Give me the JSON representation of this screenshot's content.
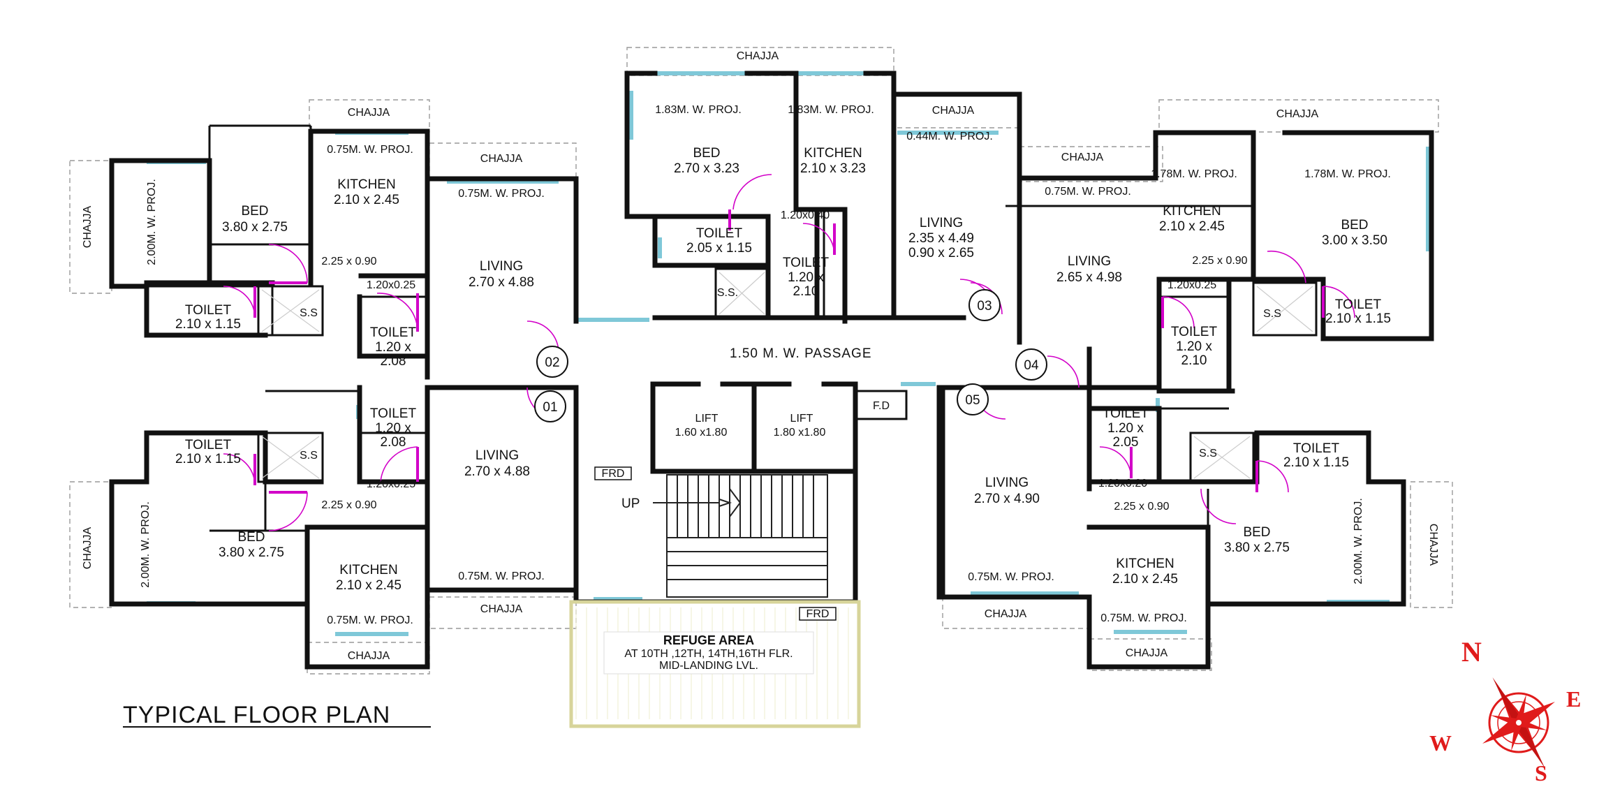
{
  "title": "TYPICAL FLOOR PLAN",
  "passage": "1.50 M. W. PASSAGE",
  "refuge": {
    "heading": "REFUGE AREA",
    "line1": "AT 10TH ,12TH, 14TH,16TH FLR.",
    "line2": "MID-LANDING LVL."
  },
  "stair_up": "UP",
  "frd": "FRD",
  "fd": "F.D",
  "ss": "S.S",
  "ss_dot": "S.S.",
  "chajja": "CHAJJA",
  "proj": {
    "p075": "0.75M. W. PROJ.",
    "p200": "2.00M. W. PROJ.",
    "p183": "1.83M. W. PROJ.",
    "p044": "0.44M. W. PROJ.",
    "p178": "1.78M. W. PROJ."
  },
  "rooms": {
    "bed": "BED",
    "kitchen": "KITCHEN",
    "living": "LIVING",
    "toilet": "TOILET",
    "lift": "LIFT"
  },
  "dims": {
    "d380x275": "3.80 x 2.75",
    "d210x245": "2.10 x 2.45",
    "d270x488": "2.70 x 4.88",
    "d225x090": "2.25 x 0.90",
    "d210x115": "2.10 x 1.15",
    "d120x025": "1.20x0.25",
    "d120x": "1.20 x",
    "d208": "2.08",
    "d270x323": "2.70 x 3.23",
    "d210x323": "2.10 x 3.23",
    "d205x115": "2.05 x 1.15",
    "d120x040": "1.20x0.40",
    "d210": "2.10",
    "d235x449": "2.35 x 4.49",
    "d090x265": "0.90 x 2.65",
    "d265x498": "2.65 x 4.98",
    "d300x350": "3.00 x 3.50",
    "d160x180": "1.60 x1.80",
    "d180x180": "1.80 x1.80",
    "d270x490": "2.70 x 4.90",
    "d205": "2.05",
    "d120x020": "1.20x0.20"
  },
  "units": [
    "01",
    "02",
    "03",
    "04",
    "05"
  ],
  "compass": {
    "n": "N",
    "s": "S",
    "e": "E",
    "w": "W"
  },
  "colors": {
    "wall": "#111111",
    "window": "#7fc8d8",
    "door": "#d200c8",
    "refuge_border": "#d7d49a",
    "compass": "#e01b1b"
  }
}
